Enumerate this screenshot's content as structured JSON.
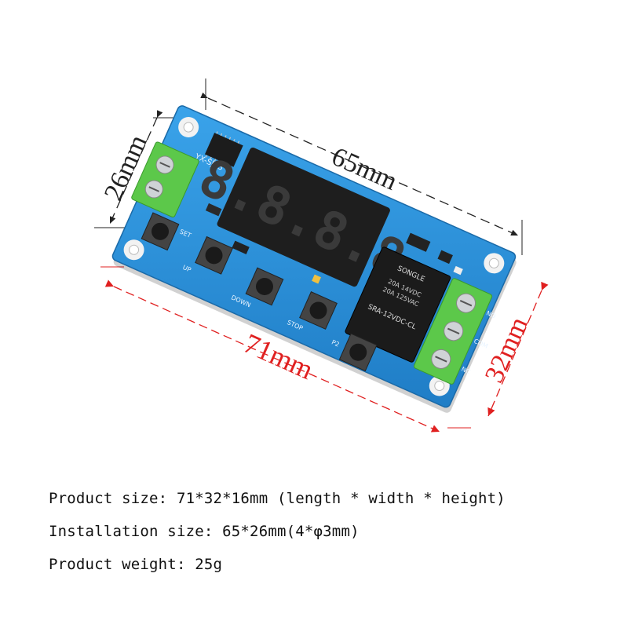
{
  "dimensions": {
    "install_length": "65mm",
    "install_width": "26mm",
    "overall_length": "71mm",
    "overall_width": "32mm"
  },
  "board": {
    "model_label": "YX-SJ13",
    "display_digits": "8.8.8.8",
    "relay_brand": "SONGLE",
    "relay_model": "SRA-12VDC-CL",
    "relay_ratings": [
      "20A 14VDC",
      "20A 125VAC"
    ],
    "button_labels": [
      "SET",
      "UP",
      "DOWN",
      "STOP",
      "P2"
    ],
    "terminal_labels": [
      "NO",
      "COM",
      "NC"
    ]
  },
  "specs": {
    "product_size": "Product size: 71*32*16mm (length * width * height)",
    "installation_size": "Installation size: 65*26mm(4*φ3mm)",
    "product_weight": "Product weight: 25g"
  },
  "colors": {
    "pcb_blue": "#2b8fd6",
    "terminal_green": "#5cc84a",
    "install_dim": "#222222",
    "overall_dim": "#e02020"
  }
}
